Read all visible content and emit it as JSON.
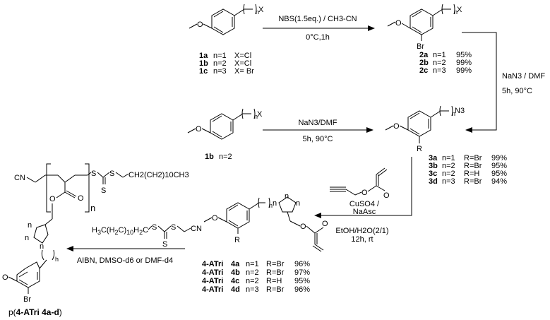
{
  "sm1": {
    "id": [
      "1a",
      "1b",
      "1c"
    ],
    "n": [
      "n=1",
      "n=2",
      "n=3"
    ],
    "x": [
      "X=Cl",
      "X=Cl",
      "X= Br"
    ]
  },
  "step1": {
    "reagent": "NBS(1.5eq.) / CH3-CN",
    "cond": "0°C,1h"
  },
  "prod2": {
    "id": [
      "2a",
      "2b",
      "2c"
    ],
    "n": [
      "n=1",
      "n=2",
      "n=3"
    ],
    "yield": [
      "95%",
      "99%",
      "99%"
    ]
  },
  "step2": {
    "reagent": "NaN3 / DMF",
    "cond": "5h, 90°C"
  },
  "step1b": {
    "id": "1b",
    "n": "n=2",
    "reagent": "NaN3/DMF",
    "cond": "5h, 90°C"
  },
  "prod3": {
    "id": [
      "3a",
      "3b",
      "3c",
      "3d"
    ],
    "n": [
      "n=1",
      "n=2",
      "n=2",
      "n=3"
    ],
    "r": [
      "R=Br",
      "R=Br",
      "R=H",
      "R=Br"
    ],
    "yield": [
      "99%",
      "95%",
      "95%",
      "94%"
    ]
  },
  "step3": {
    "cu": "CuSO4 /",
    "asc": "NaAsc",
    "solvent": "EtOH/H2O(2/1)",
    "cond": "12h, rt"
  },
  "prod4": {
    "prefix": [
      "4-ATri",
      "4-ATri",
      "4-ATri",
      "4-ATri"
    ],
    "id": [
      "4a",
      "4b",
      "4c",
      "4d"
    ],
    "n": [
      "n=1",
      "n=2",
      "n=2",
      "n=3"
    ],
    "r": [
      "R=Br",
      "R=Br",
      "R=H",
      "R=Br"
    ],
    "yield": [
      "96%",
      "97%",
      "95%",
      "96%"
    ]
  },
  "raft": {
    "agent": "H3C(H2C)10H2C-S(C=S)-S-CH2-CN",
    "cond": "AIBN, DMSO-d6 or DMF-d4"
  },
  "polymer": {
    "chain_end": "CH2(CH2)10CH3",
    "repeat": "n",
    "name_prefix": "p(",
    "name_bold": "4-ATri 4a-d",
    "name_suffix": ")"
  },
  "atoms": {
    "o": "O",
    "x": "X",
    "br": "Br",
    "r": "R",
    "n": "n",
    "h": "h",
    "cn": "CN",
    "s": "S",
    "n3": "N3"
  }
}
